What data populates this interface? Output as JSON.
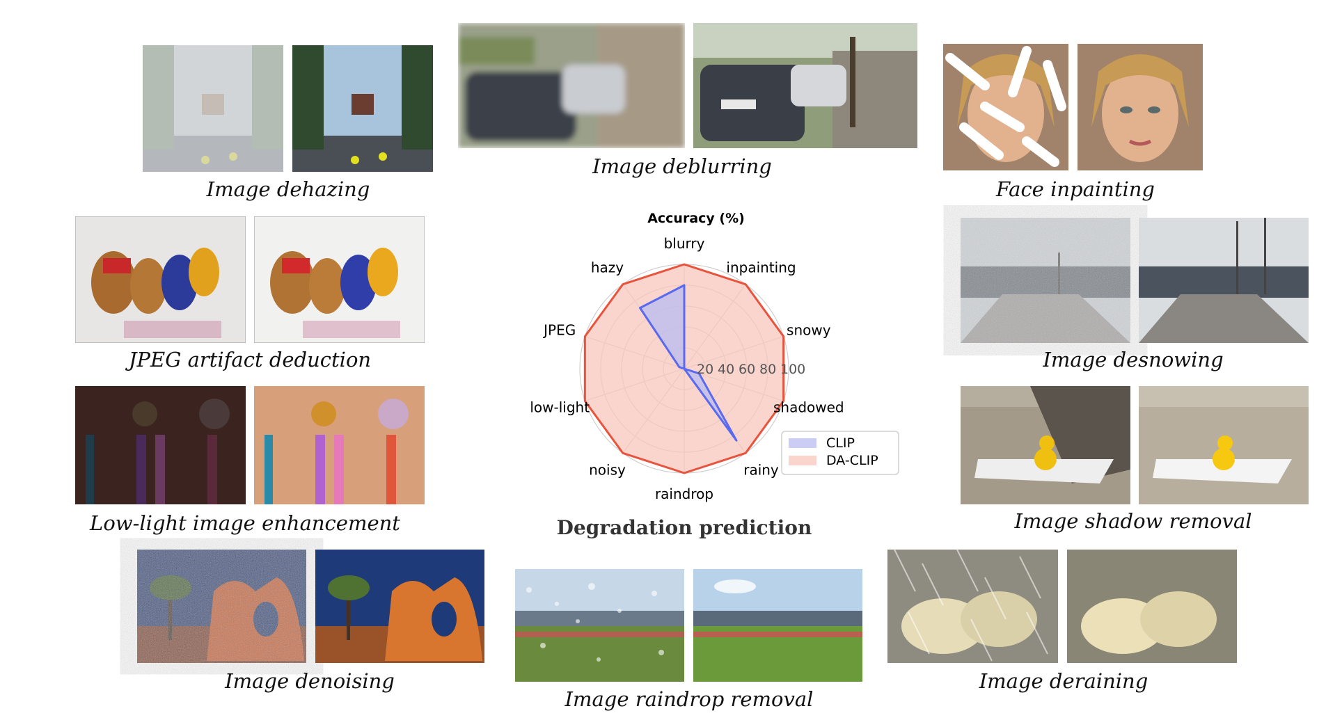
{
  "tasks": {
    "dehazing": "Image dehazing",
    "deblurring": "Image deblurring",
    "face_inpainting": "Face inpainting",
    "jpeg": "JPEG artifact deduction",
    "desnowing": "Image desnowing",
    "lowlight": "Low-light image enhancement",
    "shadow": "Image shadow removal",
    "denoising": "Image denoising",
    "raindrop": "Image raindrop removal",
    "deraining": "Image deraining"
  },
  "center_title": "Degradation prediction",
  "chart_data": {
    "type": "radar",
    "title": "Accuracy (%)",
    "categories": [
      "blurry",
      "inpainting",
      "snowy",
      "shadowed",
      "rainy",
      "raindrop",
      "noisy",
      "low-light",
      "JPEG",
      "hazy"
    ],
    "radial_ticks": [
      20,
      40,
      60,
      80,
      100
    ],
    "rlim": [
      0,
      100
    ],
    "series": [
      {
        "name": "CLIP",
        "values": [
          80,
          0,
          0,
          15,
          85,
          0,
          0,
          0,
          5,
          72
        ],
        "color": "#5a6af0",
        "fill": "#b9bcf2"
      },
      {
        "name": "DA-CLIP",
        "values": [
          100,
          100,
          100,
          100,
          100,
          100,
          100,
          100,
          100,
          100
        ],
        "color": "#e8533d",
        "fill": "#f7c7bd"
      }
    ],
    "legend": "bottom-right"
  }
}
